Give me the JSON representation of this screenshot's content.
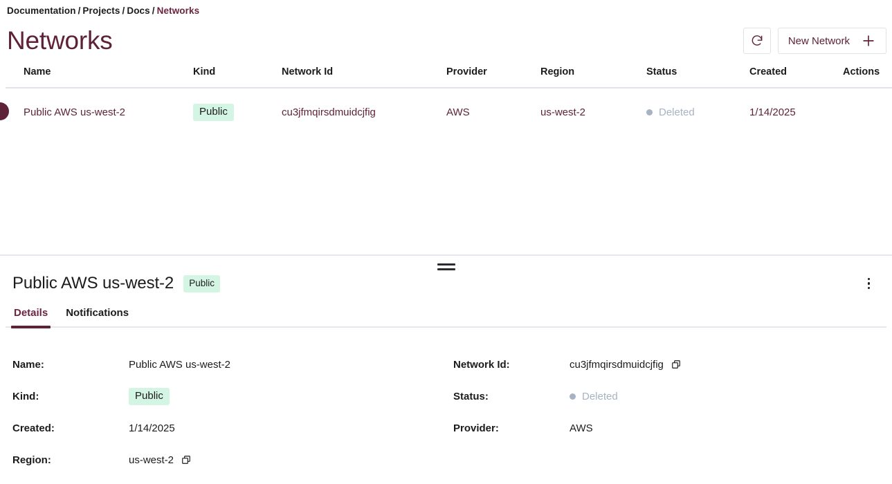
{
  "breadcrumb": {
    "items": [
      "Documentation",
      "Projects",
      "Docs"
    ],
    "current": "Networks",
    "separator": "/"
  },
  "header": {
    "title": "Networks",
    "refresh_icon": "refresh-icon",
    "new_network_label": "New Network",
    "plus_icon": "plus-icon"
  },
  "table": {
    "columns": [
      "Name",
      "Kind",
      "Network Id",
      "Provider",
      "Region",
      "Status",
      "Created",
      "Actions"
    ],
    "rows": [
      {
        "name": "Public AWS us-west-2",
        "kind": "Public",
        "network_id": "cu3jfmqirsdmuidcjfig",
        "provider": "AWS",
        "region": "us-west-2",
        "status": "Deleted",
        "created": "1/14/2025",
        "actions_icon": "kebab-menu-icon",
        "selected": true
      }
    ]
  },
  "detail": {
    "title": "Public AWS us-west-2",
    "badge": "Public",
    "menu_icon": "kebab-menu-icon",
    "drag_handle_icon": "drag-handle-icon",
    "tabs": [
      {
        "label": "Details",
        "active": true
      },
      {
        "label": "Notifications",
        "active": false
      }
    ],
    "fields_left": [
      {
        "label": "Name:",
        "value": "Public AWS us-west-2",
        "type": "text"
      },
      {
        "label": "Kind:",
        "value": "Public",
        "type": "badge"
      },
      {
        "label": "Created:",
        "value": "1/14/2025",
        "type": "text"
      },
      {
        "label": "Region:",
        "value": "us-west-2",
        "type": "copy"
      }
    ],
    "fields_right": [
      {
        "label": "Network Id:",
        "value": "cu3jfmqirsdmuidcjfig",
        "type": "copy"
      },
      {
        "label": "Status:",
        "value": "Deleted",
        "type": "status"
      },
      {
        "label": "Provider:",
        "value": "AWS",
        "type": "text"
      }
    ]
  },
  "colors": {
    "accent": "#5e2238",
    "accent_text": "#6b2340",
    "badge_bg": "#d4f5e3",
    "status_muted": "#a6b3c2",
    "border": "#e1e5ea",
    "text": "#1b1b1d"
  }
}
